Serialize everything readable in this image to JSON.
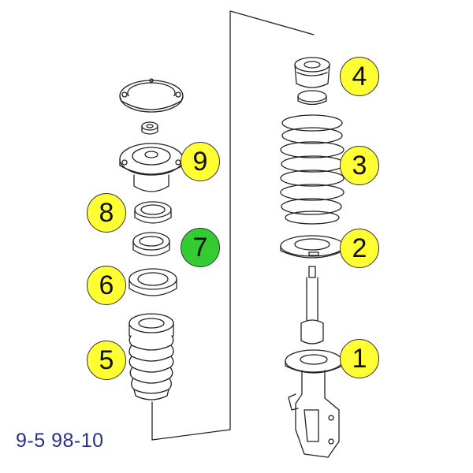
{
  "caption": "9-5 98-10",
  "colors": {
    "badge_default": "#ffff33",
    "badge_highlight": "#33cc33",
    "line": "#222222",
    "caption": "#2a2f86"
  },
  "badges": [
    {
      "label": "1",
      "highlight": false
    },
    {
      "label": "2",
      "highlight": false
    },
    {
      "label": "3",
      "highlight": false
    },
    {
      "label": "4",
      "highlight": false
    },
    {
      "label": "5",
      "highlight": false
    },
    {
      "label": "6",
      "highlight": false
    },
    {
      "label": "7",
      "highlight": true
    },
    {
      "label": "8",
      "highlight": false
    },
    {
      "label": "9",
      "highlight": false
    }
  ]
}
